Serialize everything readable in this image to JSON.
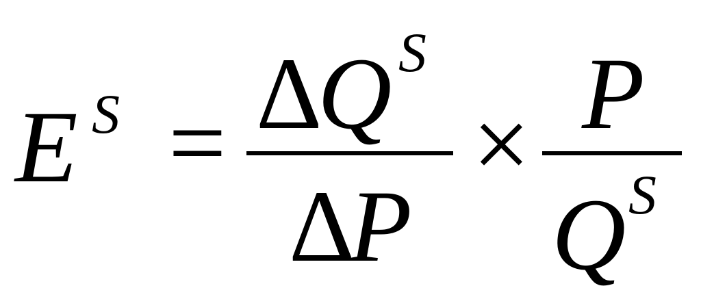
{
  "formula": {
    "lhs": {
      "base": "E",
      "superscript": "S"
    },
    "equals": "=",
    "fraction1": {
      "numerator": {
        "delta": "Δ",
        "base": "Q",
        "superscript": "S"
      },
      "denominator": {
        "delta": "Δ",
        "base": "P"
      }
    },
    "times": "×",
    "fraction2": {
      "numerator": {
        "base": "P"
      },
      "denominator": {
        "base": "Q",
        "superscript": "S"
      }
    }
  },
  "colors": {
    "ink": "#000000",
    "background": "#ffffff"
  }
}
